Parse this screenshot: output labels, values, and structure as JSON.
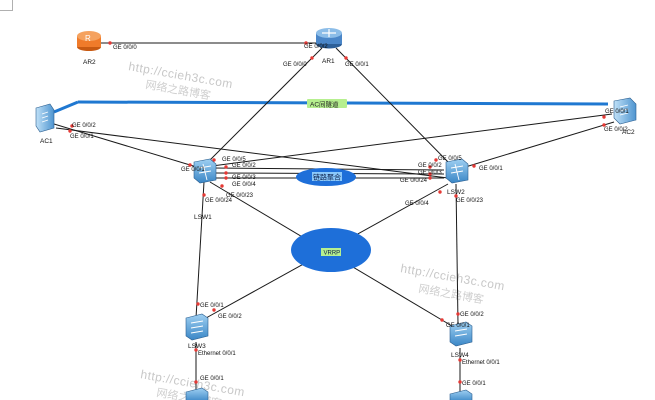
{
  "watermarks": [
    "http://ccieh3c.com",
    "网络之路博客",
    "http://ccieh3c.com",
    "网络之路博客",
    "http://ccieh3c.com",
    "网络之路博客"
  ],
  "devices": {
    "ar2": "AR2",
    "ar1": "AR1",
    "ac1": "AC1",
    "ac2": "AC2",
    "lsw1": "LSW1",
    "lsw2": "LSW2",
    "lsw3": "LSW3",
    "lsw4": "LSW4"
  },
  "ovals": {
    "ac_link": "AC间隧道",
    "agg_link": "链路聚合",
    "vrrp": "VRRP"
  },
  "ports": {
    "ar2_ge000": "GE 0/0/0",
    "ar1_ge002": "GE 0/0/2",
    "ar1_ge000": "GE 0/0/0",
    "ar1_ge001": "GE 0/0/1",
    "ac1_ge002": "GE 0/0/2",
    "ac1_ge001": "GE 0/0/1",
    "ac2_ge001": "GE 0/0/1",
    "ac2_ge002": "GE 0/0/2",
    "lsw1_ge005": "GE 0/0/5",
    "lsw1_ge002": "GE 0/0/2",
    "lsw1_ge001": "GE 0/0/1",
    "lsw1_ge003": "GE 0/0/3",
    "lsw1_ge004": "GE 0/0/4",
    "lsw1_ge0023": "GE 0/0/23",
    "lsw1_ge0024": "GE 0/0/24",
    "lsw2_ge005": "GE 0/0/5",
    "lsw2_ge002": "GE 0/0/2",
    "lsw2_ge003": "GE 0/0/3",
    "lsw2_ge0024": "GE 0/0/24",
    "lsw2_ge001": "GE 0/0/1",
    "lsw2_ge004": "GE 0/0/4",
    "lsw2_ge0023": "GE 0/0/23",
    "lsw3_ge001": "GE 0/0/1",
    "lsw3_ge002": "GE 0/0/2",
    "lsw3_eth001": "Ethernet 0/0/1",
    "lsw3_ge001b": "GE 0/0/1",
    "lsw4_ge001": "GE 0/0/1",
    "lsw4_ge002": "GE 0/0/2",
    "lsw4_eth001": "Ethernet 0/0/1",
    "lsw4_ge001b": "GE 0/0/1"
  },
  "colors": {
    "router_orange": "#f07b2a",
    "router_blue": "#4a86c8",
    "ac_tunnel": "#1f78d1",
    "oval_blue": "#1e6fd9",
    "link": "#1a1a1a",
    "port_dot": "#e53935"
  }
}
